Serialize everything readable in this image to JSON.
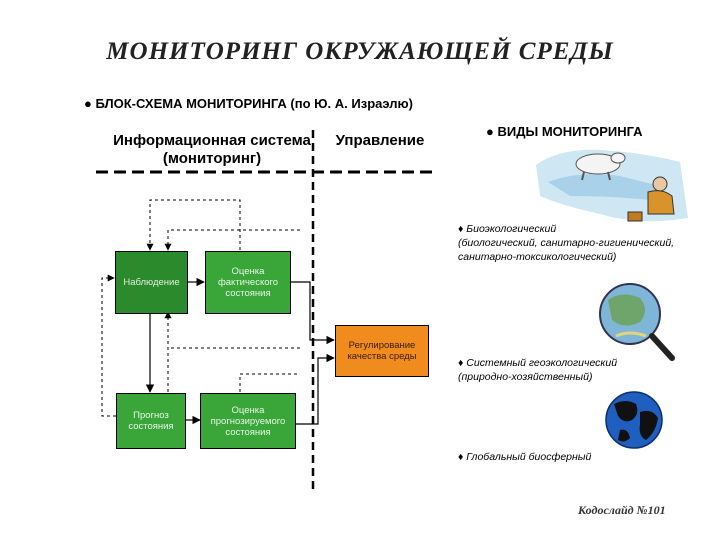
{
  "title": "МОНИТОРИНГ ОКРУЖАЮЩЕЙ СРЕДЫ",
  "scheme": {
    "heading": "БЛОК-СХЕМА МОНИТОРИНГА (по Ю. А. Израэлю)",
    "info_system_line1": "Информационная система",
    "info_system_line2": "(мониторинг)",
    "management": "Управление",
    "boxes": {
      "observation": "Наблюдение",
      "assessment_actual": "Оценка фактического состояния",
      "regulation": "Регулирование качества среды",
      "forecast": "Прогноз состояния",
      "assessment_forecast": "Оценка прогнозируемого состояния"
    }
  },
  "types": {
    "heading": "ВИДЫ МОНИТОРИНГА",
    "items": [
      {
        "line1": "♦ Биоэкологический",
        "line2": "(биологический, санитарно-гигиенический,",
        "line3": "санитарно-токсикологический)"
      },
      {
        "line1": "♦ Системный геоэкологический",
        "line2": "(природно-хозяйственный)"
      },
      {
        "line1": "♦ Глобальный биосферный"
      }
    ]
  },
  "footer": "Кодослайд №101",
  "colors": {
    "box_dark": "#2b8a2b",
    "box_light": "#3aa63a",
    "regulation": "#f08c1e"
  }
}
